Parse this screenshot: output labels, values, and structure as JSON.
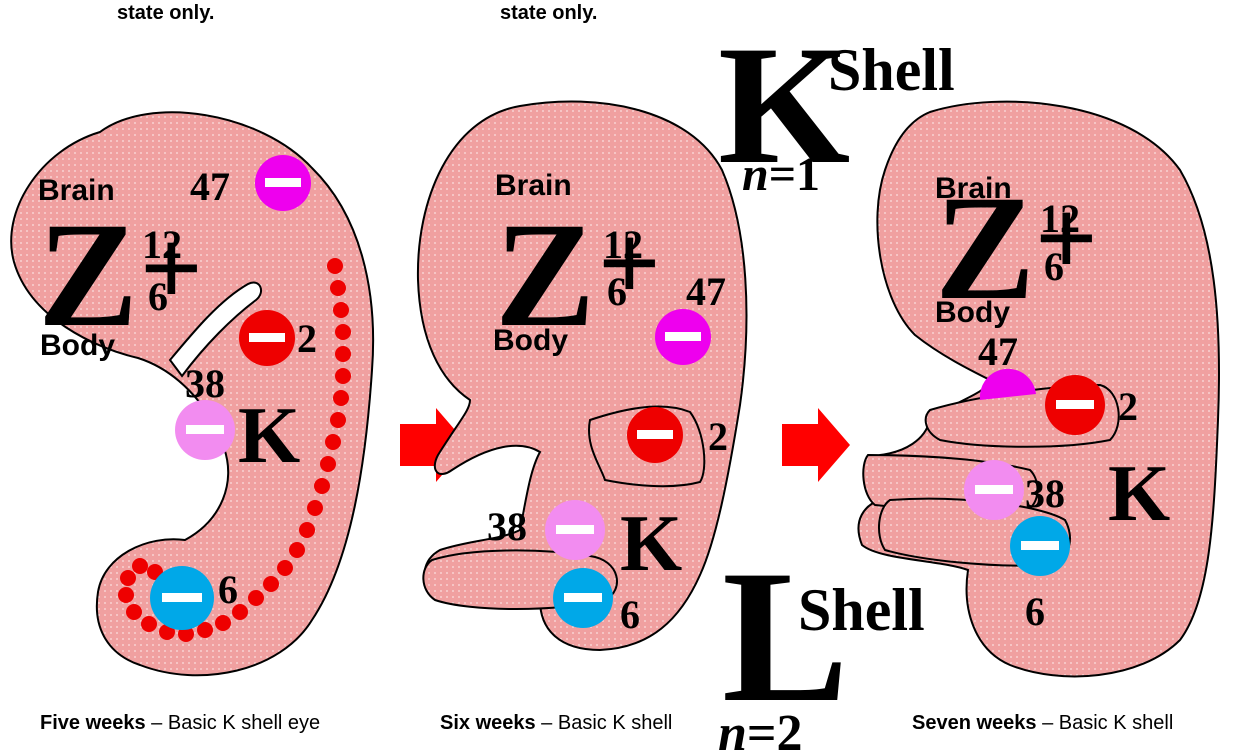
{
  "top_notes": [
    "state only.",
    "state only."
  ],
  "shells": {
    "k": {
      "letter": "K",
      "word": "Shell",
      "n": "n",
      "eq": "=1"
    },
    "l": {
      "letter": "L",
      "word": "Shell",
      "n": "n",
      "eq": "=2"
    }
  },
  "panels": [
    {
      "brain": "Brain",
      "body": "Body",
      "z": "Z",
      "mass": "12",
      "atomic": "6",
      "charge": "+",
      "k_letter": "K",
      "markers": [
        "47",
        "2",
        "38",
        "6"
      ],
      "caption_bold": "Five weeks",
      "caption_rest": " – Basic K shell eye"
    },
    {
      "brain": "Brain",
      "body": "Body",
      "z": "Z",
      "mass": "12",
      "atomic": "6",
      "charge": "+",
      "k_letter": "K",
      "markers": [
        "47",
        "2",
        "38",
        "6"
      ],
      "caption_bold": "Six weeks",
      "caption_rest": " – Basic K shell"
    },
    {
      "brain": "Brain",
      "body": "Body",
      "z": "Z",
      "mass": "12",
      "atomic": "6",
      "charge": "+",
      "k_letter": "K",
      "markers": [
        "47",
        "2",
        "38",
        "6"
      ],
      "caption_bold": "Seven weeks",
      "caption_rest": " – Basic K shell"
    }
  ],
  "colors": {
    "embryo_fill": "#f0a0a0",
    "outline": "#000000",
    "marker_47": "#ee00ee",
    "marker_2": "#ee0000",
    "marker_38": "#f28cf0",
    "marker_6": "#00a8e8",
    "arrow": "#ff0000",
    "spine_dot": "#ee0000"
  }
}
